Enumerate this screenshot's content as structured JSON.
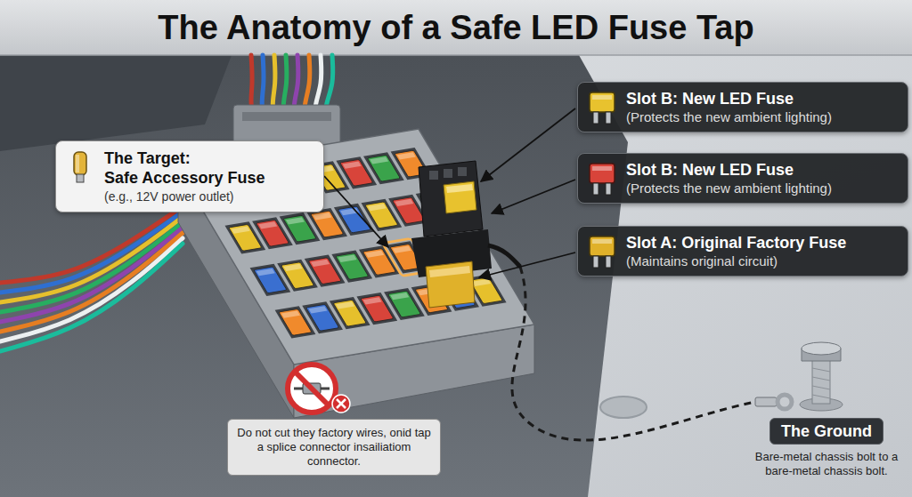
{
  "diagram": {
    "title": "The Anatomy of a Safe LED Fuse Tap",
    "nodes": [
      {
        "text": [
          "The Target:",
          "Safe Accessory Fuse",
          "(e.g., 12V power outlet)"
        ]
      },
      {
        "text": [
          "Slot B: New LED Fuse",
          "(Protects the new ambient lighting)"
        ]
      },
      {
        "text": [
          "Slot B: New LED Fuse",
          "(Protects the new ambient lighting)"
        ]
      },
      {
        "text": [
          "Slot A: Original Factory Fuse",
          "(Maintains original circuit)"
        ]
      },
      {
        "text": [
          "Do not cut they factory wires, onid tap a splice connector insailiatiom connector."
        ]
      },
      {
        "text": [
          "The Ground",
          "Bare-metal chassis bolt to a bare-metal chassis bolt."
        ]
      }
    ]
  }
}
